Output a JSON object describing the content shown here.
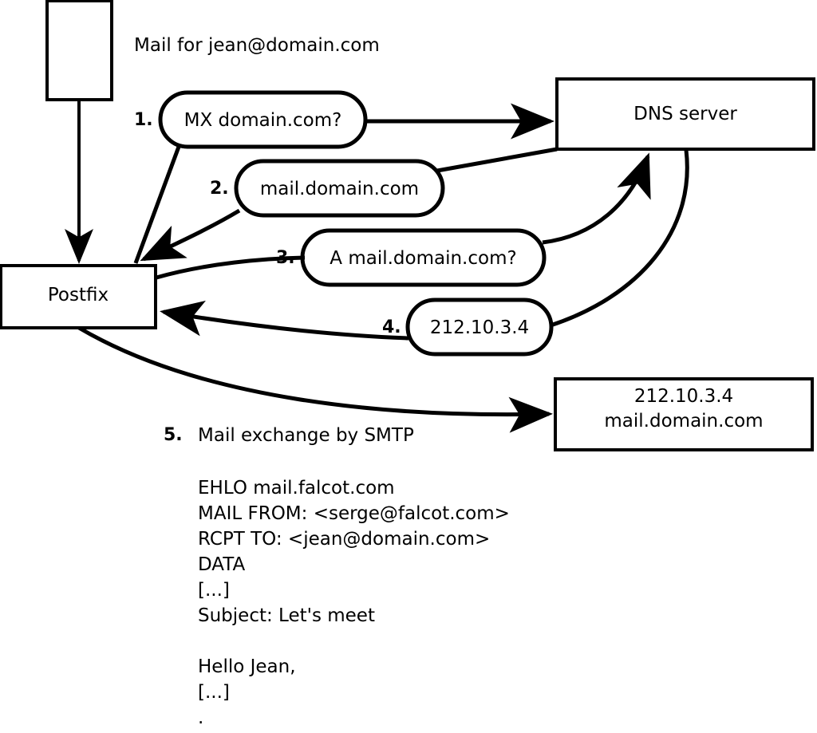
{
  "diagram": {
    "title_note": "Mail for jean@domain.com",
    "nodes": [
      {
        "id": "client",
        "label": "",
        "kind": "rect"
      },
      {
        "id": "postfix",
        "label": "Postfix",
        "kind": "rect"
      },
      {
        "id": "dns",
        "label": "DNS server",
        "kind": "rect"
      },
      {
        "id": "mailserver",
        "label_line1": "212.10.3.4",
        "label_line2": "mail.domain.com",
        "kind": "rect"
      }
    ],
    "steps": [
      {
        "number": "1.",
        "label": "MX domain.com?"
      },
      {
        "number": "2.",
        "label": "mail.domain.com"
      },
      {
        "number": "3.",
        "label": "A mail.domain.com?"
      },
      {
        "number": "4.",
        "label": "212.10.3.4"
      },
      {
        "number": "5.",
        "label": "Mail exchange by SMTP"
      }
    ],
    "smtp_transcript": [
      "EHLO mail.falcot.com",
      "MAIL FROM: <serge@falcot.com>",
      "RCPT TO: <jean@domain.com>",
      "DATA",
      "[...]",
      "Subject: Let's meet",
      "",
      "Hello Jean,",
      "[...]",
      "."
    ],
    "colors": {
      "stroke": "#000000",
      "fill": "#ffffff",
      "text": "#000000"
    }
  }
}
